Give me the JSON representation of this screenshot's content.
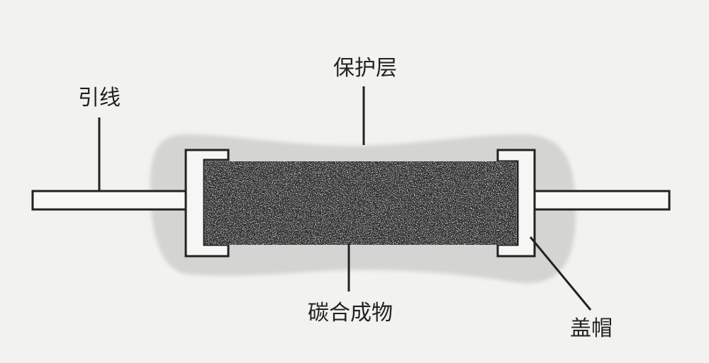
{
  "labels": {
    "lead": "引线",
    "protective_layer": "保护层",
    "carbon_composition": "碳合成物",
    "end_cap": "盖帽"
  },
  "colors": {
    "background": "#f2f2f0",
    "coating": "#d4d4d2",
    "core": "#333333",
    "cap_fill": "#f6f6f4",
    "outline": "#222222"
  }
}
